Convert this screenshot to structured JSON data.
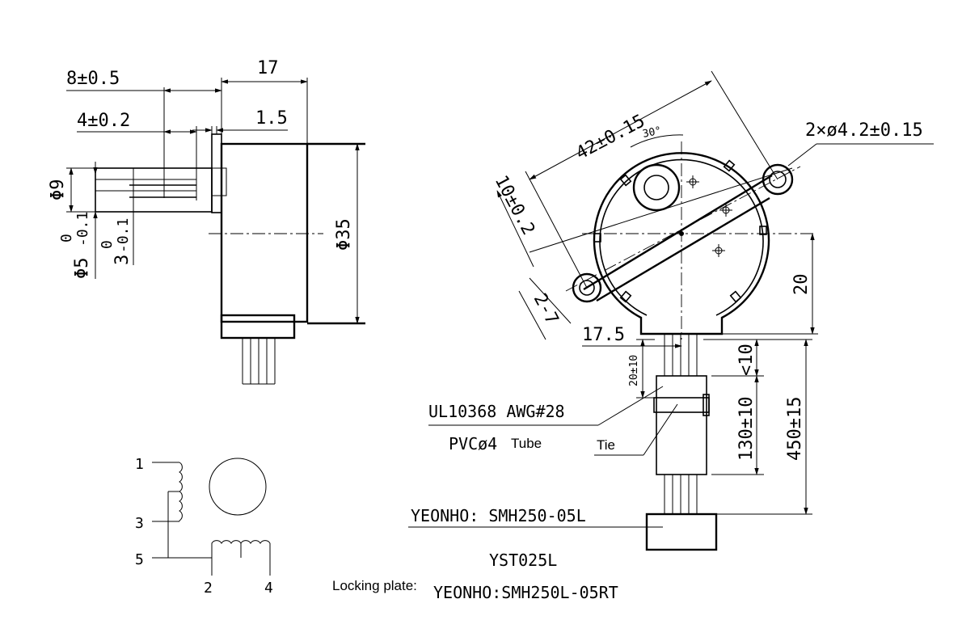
{
  "side_view": {
    "dim_17": "17",
    "dim_8": "8±0.5",
    "dim_4": "4±0.2",
    "dim_1_5": "1.5",
    "dim_phi9": "Φ9",
    "dim_phi5": "Φ5",
    "dim_phi5_tol_top": "0",
    "dim_phi5_tol_bot": "-0.1",
    "dim_3": "3",
    "dim_3_tol_top": "0",
    "dim_3_tol_bot": "-0.1",
    "dim_phi35": "Φ35"
  },
  "front_view": {
    "dim_42": "42±0.15",
    "dim_30deg": "30°",
    "dim_holes": "2×ø4.2±0.15",
    "dim_10": "10±0.2",
    "dim_2_7": "2-7",
    "dim_17_5": "17.5",
    "dim_20": "20",
    "dim_lt10": "<10",
    "dim_20_10": "20±10",
    "dim_130": "130±10",
    "dim_450": "450±15"
  },
  "labels": {
    "wire": "UL10368 AWG#28",
    "tube_code": "PVCø4",
    "tube_word": "Tube",
    "tie": "Tie",
    "connector": "YEONHO: SMH250-05L",
    "yst": "YST025L",
    "locking_label": "Locking plate:",
    "locking_part": "YEONHO:SMH250L-05RT"
  },
  "schematic": {
    "pin1": "1",
    "pin3": "3",
    "pin5": "5",
    "pin2": "2",
    "pin4": "4"
  }
}
